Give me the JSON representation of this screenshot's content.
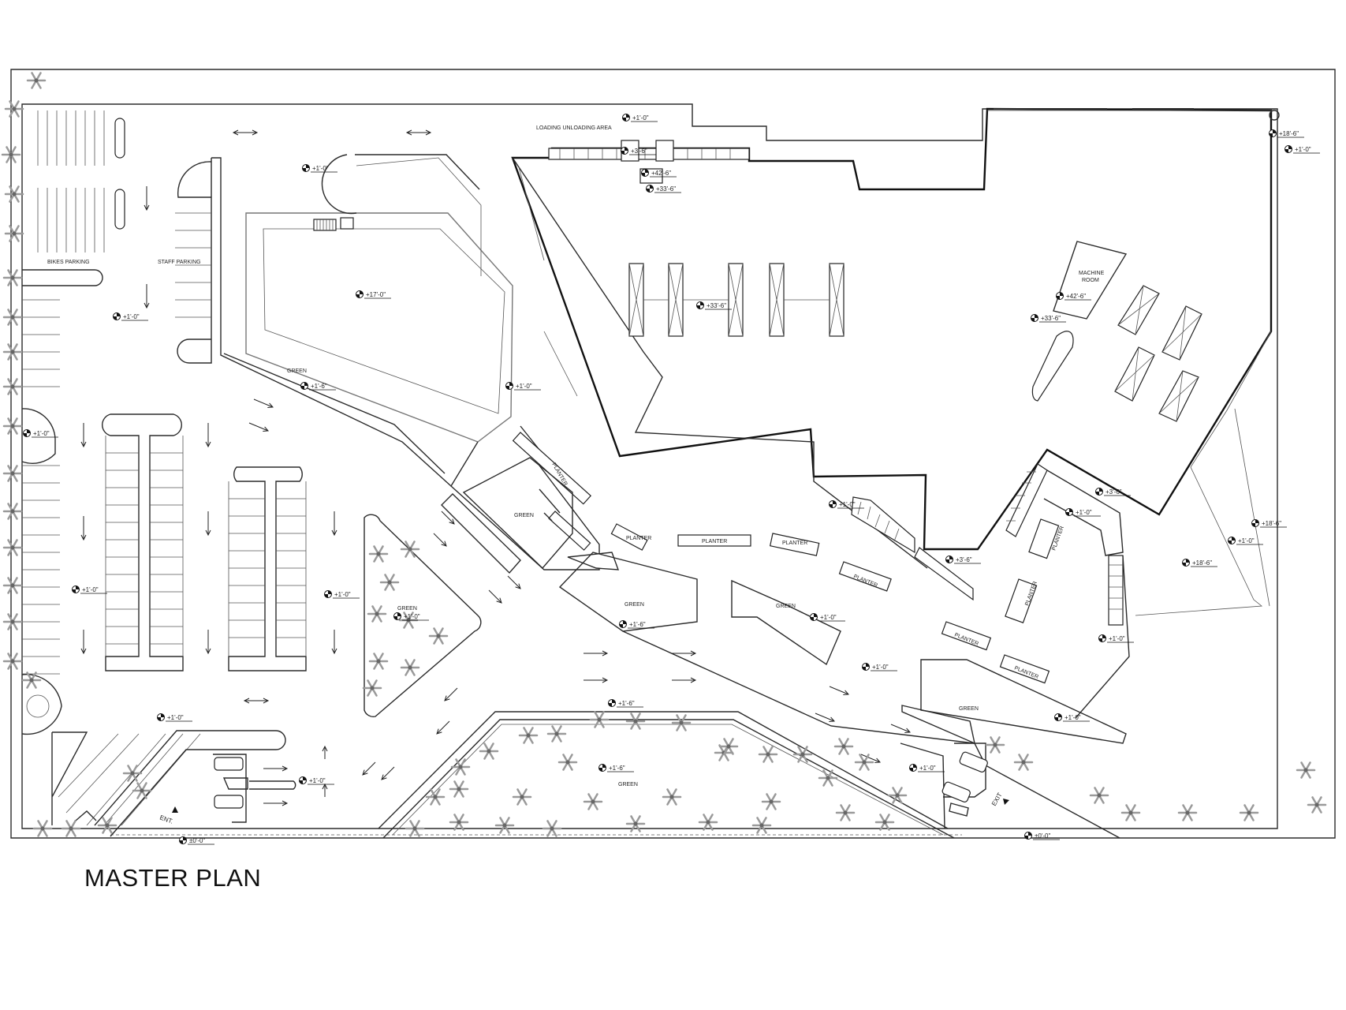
{
  "title": "MASTER PLAN",
  "labels": {
    "bikes_parking": "BIKES PARKING",
    "staff_parking": "STAFF PARKING",
    "loading": "LOADING UNLOADING AREA",
    "machine_room": "MACHINE ROOM",
    "green": "GREEN",
    "planter": "PLANTER",
    "ent": "ENT.",
    "exit": "EXIT"
  },
  "levels": {
    "l_1_0": "+1'-0\"",
    "l_1_6": "+1'-6\"",
    "l_17_0": "+17'-0\"",
    "l_33_6": "+33'-6\"",
    "l_42_6": "+42'-6\"",
    "l_3_6": "+3'-6\"",
    "l_18_6": "+18'-6\"",
    "l_0_0": "±0'-0\""
  },
  "colors": {
    "line": "#2b2b2b",
    "background": "#ffffff",
    "tree": "#9a9a9a"
  }
}
